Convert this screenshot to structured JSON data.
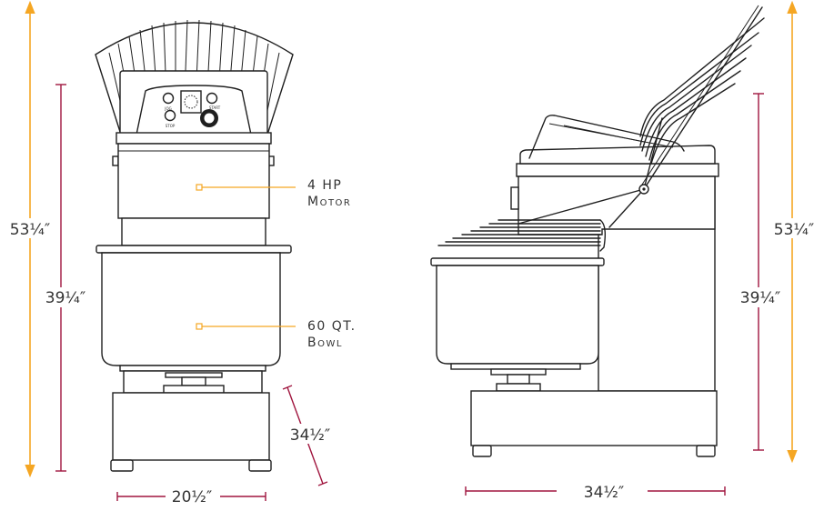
{
  "colors": {
    "overall_height": "#f5a623",
    "dimension": "#a0153e",
    "callout": "#f5a623",
    "outline": "#1f1f1f",
    "text": "#333333"
  },
  "front_view": {
    "overall_height_label": "53¼″",
    "body_height_label": "39¼″",
    "width_label": "20½″",
    "depth_label": "34½″",
    "callouts": [
      {
        "line1": "4 HP",
        "line2": "Motor"
      },
      {
        "line1": "60 QT.",
        "line2": "Bowl"
      }
    ],
    "panel_labels": [
      "JOG",
      "STOP",
      "START"
    ]
  },
  "side_view": {
    "overall_height_label": "53¼″",
    "body_height_label": "39¼″",
    "length_label": "34½″"
  }
}
